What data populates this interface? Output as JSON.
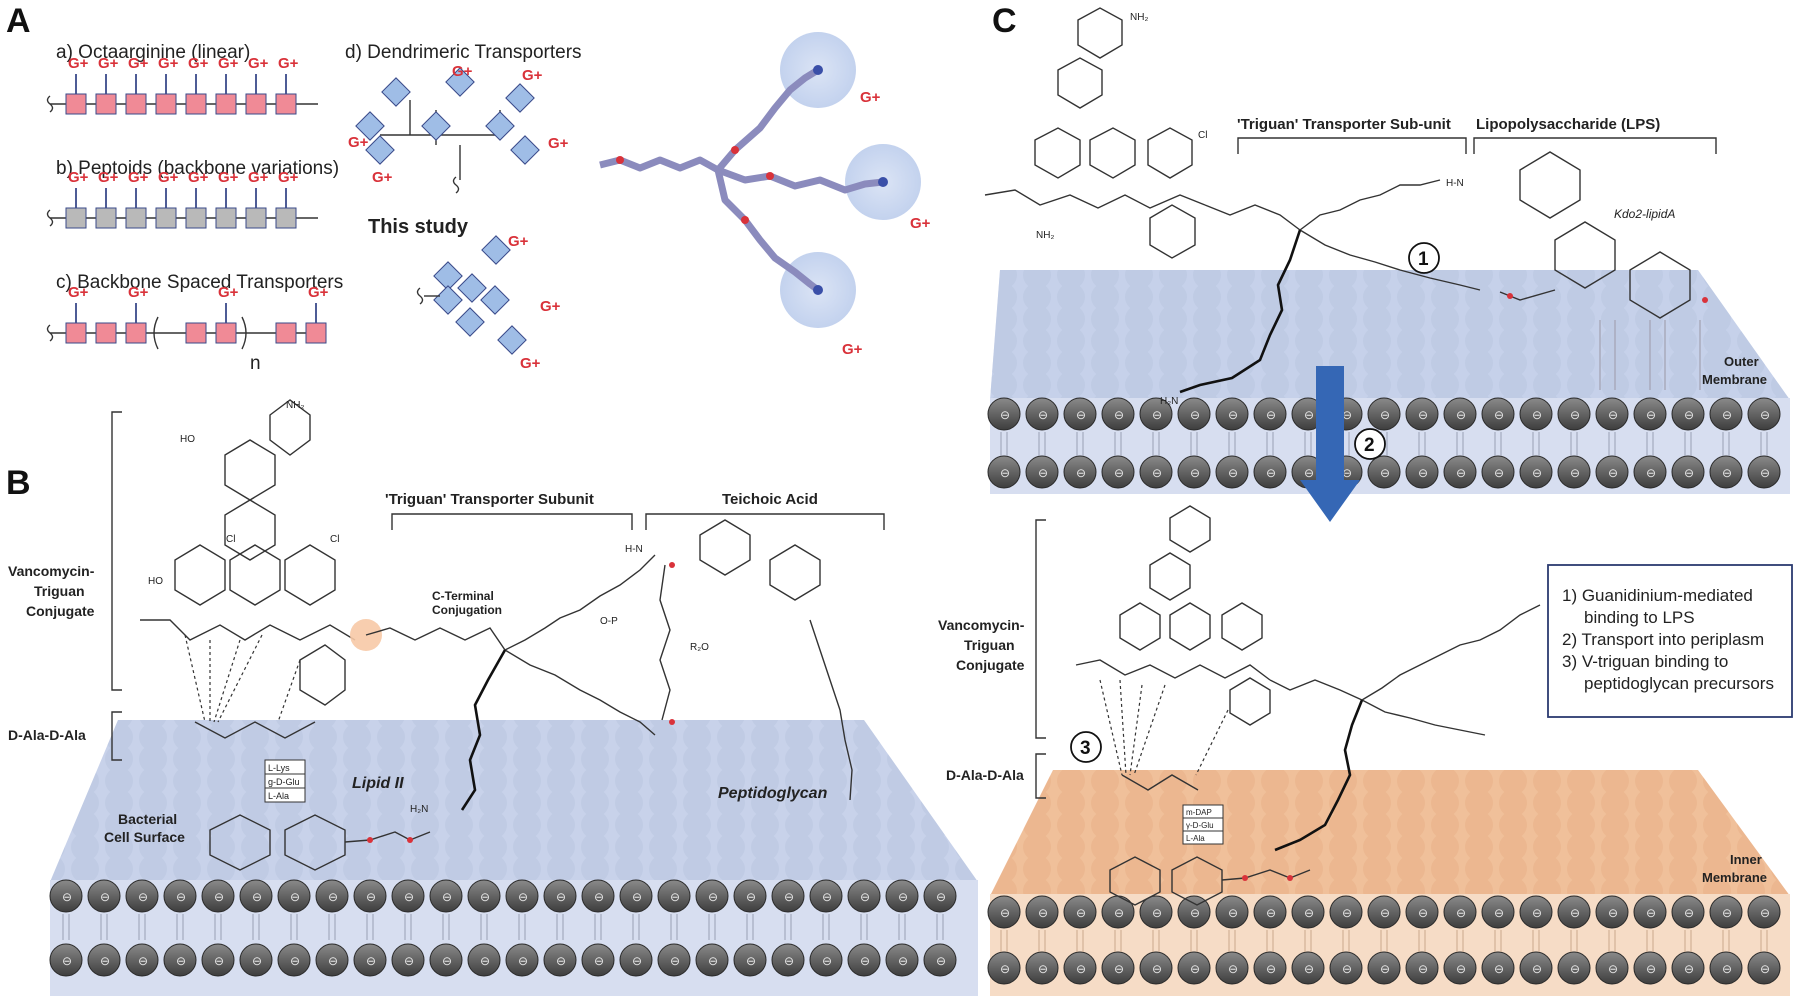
{
  "panels": {
    "A": "A",
    "B": "B",
    "C": "C"
  },
  "panel_a": {
    "a_caption": "a) Octaarginine (linear)",
    "b_caption": "b) Peptoids (backbone variations)",
    "c_caption": "c) Backbone Spaced Transporters",
    "d_caption": "d) Dendrimeric Transporters",
    "this_study": "This study",
    "g_label": "G+",
    "repeat_n": "n"
  },
  "panel_b": {
    "triguan_header": "'Triguan' Transporter Subunit",
    "teichoic_header": "Teichoic Acid",
    "conjugate_label_1": "Vancomycin-",
    "conjugate_label_2": "Triguan",
    "conjugate_label_3": "Conjugate",
    "dala_label": "D-Ala-D-Ala",
    "cterm_1": "C-Terminal",
    "cterm_2": "Conjugation",
    "lipid_ii": "Lipid II",
    "peptidoglycan": "Peptidoglycan",
    "cell_surface_1": "Bacterial",
    "cell_surface_2": "Cell Surface",
    "peptide_stem": [
      "L-Lys",
      "g-D-Glu",
      "L-Ala"
    ]
  },
  "panel_c": {
    "triguan_header": "'Triguan' Transporter Sub-unit",
    "lps_header": "Lipopolysaccharide (LPS)",
    "kdo_label": "Kdo2-lipidA",
    "outer_membrane_1": "Outer",
    "outer_membrane_2": "Membrane",
    "inner_membrane_1": "Inner",
    "inner_membrane_2": "Membrane",
    "conjugate_label_1": "Vancomycin-",
    "conjugate_label_2": "Triguan",
    "conjugate_label_3": "Conjugate",
    "dala_label": "D-Ala-D-Ala",
    "step_1": "1",
    "step_2": "2",
    "step_3": "3",
    "peptide_stem": [
      "m-DAP",
      "γ-D-Glu",
      "L-Ala"
    ]
  },
  "legend_box": {
    "line_1": "1) Guanidinium-mediated",
    "line_2": "binding to LPS",
    "line_3": "2) Transport into periplasm",
    "line_4": "3) V-triguan binding to",
    "line_5": "peptidoglycan precursors"
  },
  "colors": {
    "arginine_block": "#f08a96",
    "peptoid_block": "#b9b9b9",
    "dendrimer_block": "#9fbde6",
    "outer_membrane": "#c3cee6",
    "inner_membrane": "#f2c4a0",
    "lipid_head": "#555555",
    "arrow": "#3567b5",
    "guanidine_glow": "#c9d6ee",
    "g_plus": "#d9323a"
  }
}
